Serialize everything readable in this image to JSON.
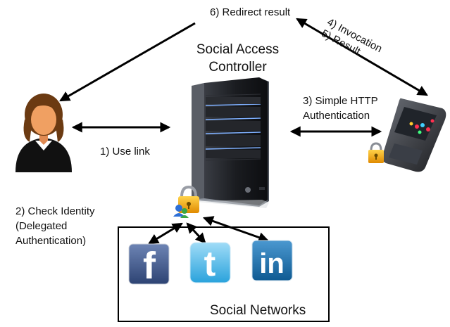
{
  "title": {
    "line1": "Social Access",
    "line2": "Controller"
  },
  "steps": {
    "redirect": "6) Redirect result",
    "invocation": "4) Invocation",
    "result": "5) Result",
    "http_line1": "3) Simple HTTP",
    "http_line2": "Authentication",
    "use_link": "1) Use link",
    "check_line1": "2) Check Identity",
    "check_line2": "(Delegated",
    "check_line3": "Authentication)"
  },
  "social_networks": {
    "label": "Social Networks",
    "items": [
      {
        "name": "Facebook",
        "glyph": "f",
        "color": "#3b5998"
      },
      {
        "name": "Twitter",
        "glyph": "t",
        "color": "#4fb6e6"
      },
      {
        "name": "LinkedIn",
        "glyph": "in",
        "color": "#1c73b0"
      }
    ]
  },
  "colors": {
    "server_body": "#1c1e22",
    "server_led": "#7fb0ff",
    "lock_gold": "#f0a81c",
    "person_skin": "#f0a062",
    "person_hair": "#6b3a12"
  }
}
